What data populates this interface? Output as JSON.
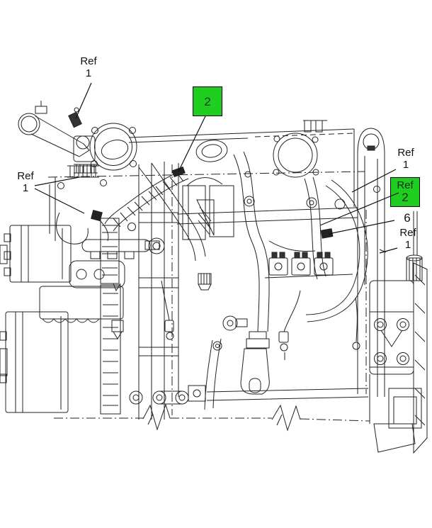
{
  "figure": {
    "type": "engine-parts-line-diagram",
    "description": "Side view line illustration of a diesel engine with numbered service callouts",
    "background_color": "#ffffff",
    "line_color": "#222222",
    "highlight_color": "#1fce1f",
    "text_color": "#121212"
  },
  "callouts": {
    "ref1_top_left": {
      "label": "Ref",
      "number": "1"
    },
    "item2_top": {
      "number": "2"
    },
    "ref1_left": {
      "label": "Ref",
      "number": "1"
    },
    "ref1_right_top": {
      "label": "Ref",
      "number": "1"
    },
    "ref2_right": {
      "label": "Ref",
      "number": "2"
    },
    "item6_right": {
      "number": "6"
    },
    "ref1_right_bottom": {
      "label": "Ref",
      "number": "1"
    }
  }
}
